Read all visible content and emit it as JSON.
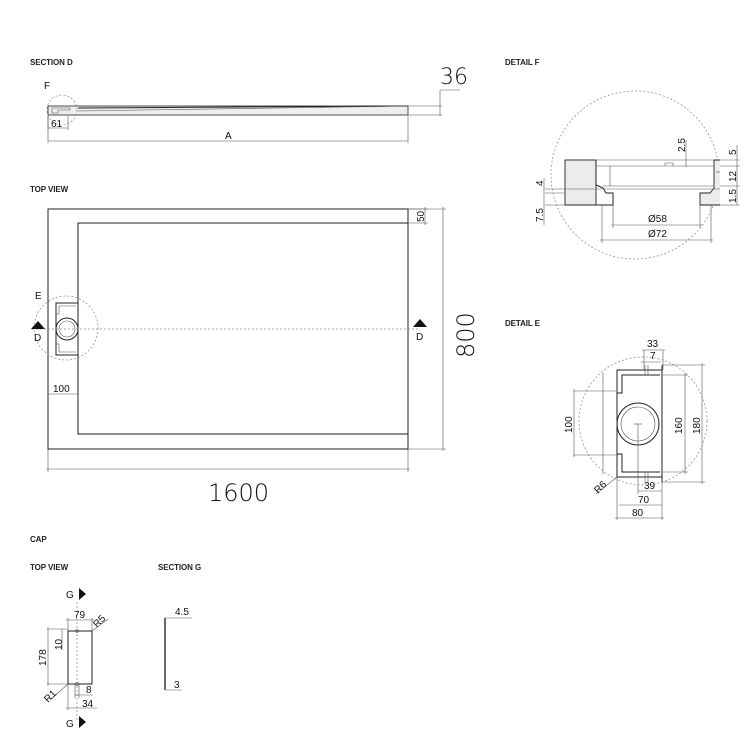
{
  "sections": {
    "section_d": "SECTION D",
    "top_view": "TOP VIEW",
    "detail_f": "DETAIL F",
    "detail_e": "DETAIL E",
    "cap": "CAP",
    "cap_top_view": "TOP VIEW",
    "section_g": "SECTION G"
  },
  "section_d": {
    "detail_marker": "F",
    "height": "36",
    "drain_offset": "61",
    "length": "A"
  },
  "top_view": {
    "width": "1600",
    "depth": "800",
    "rim": "50",
    "drain_zone": "100",
    "detail_marker": "E",
    "section_marker_left": "D",
    "section_marker_right": "D"
  },
  "detail_f": {
    "dims": {
      "d1": "2.5",
      "d2": "5",
      "d3": "12",
      "d4": "1.5",
      "d5": "4",
      "d6": "7.5",
      "inner_dia": "Ø58",
      "outer_dia": "Ø72"
    }
  },
  "detail_e": {
    "dims": {
      "w33": "33",
      "w7": "7",
      "h100": "100",
      "h160": "160",
      "h180": "180",
      "r6": "R6",
      "w39": "39",
      "w70": "70",
      "w80": "80"
    }
  },
  "cap": {
    "marker_top": "G",
    "marker_bottom": "G",
    "w79": "79",
    "r5": "R5",
    "h178": "178",
    "h10": "10",
    "r1": "R1",
    "w8": "8",
    "w34": "34",
    "section_t_top": "4.5",
    "section_t_bottom": "3"
  }
}
